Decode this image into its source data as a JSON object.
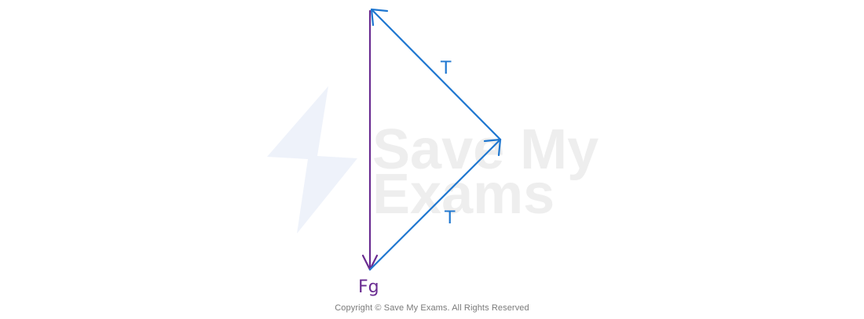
{
  "diagram": {
    "labels": {
      "tension_upper": "T",
      "tension_lower": "T",
      "weight": "Fg"
    },
    "watermark": {
      "line1": "Save My",
      "line2": "Exams"
    },
    "colors": {
      "tension": "#1f77d0",
      "weight": "#6a2c91",
      "watermark_text": "#eeeeee",
      "watermark_logo": "#eef2fa"
    }
  },
  "footer": {
    "copyright": "Copyright © Save My Exams. All Rights Reserved"
  }
}
